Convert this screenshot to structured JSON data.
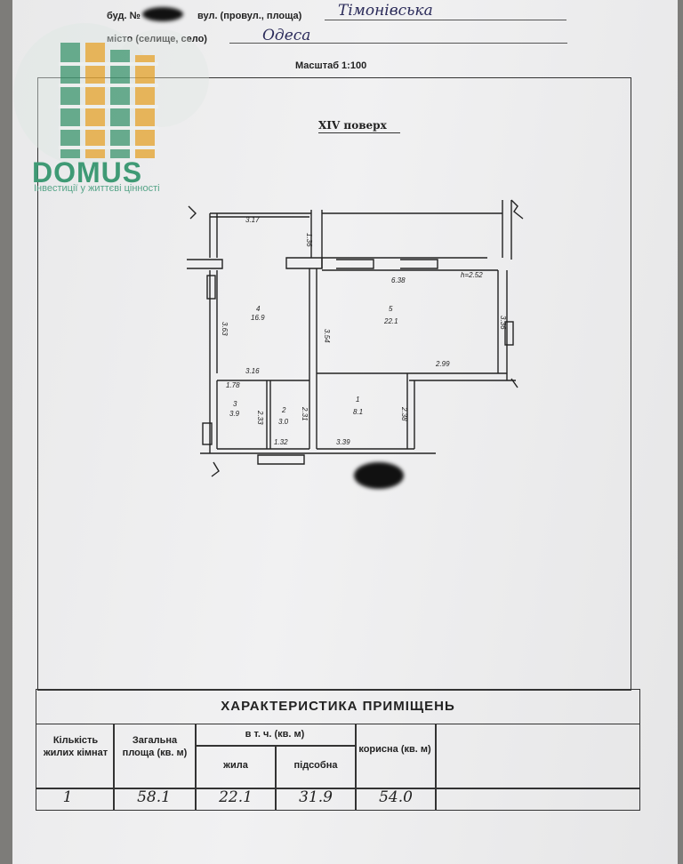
{
  "header": {
    "building_label": "буд. №",
    "street_label": "вул. (провул., площа)",
    "street_value": "Тімонівська",
    "city_label": "місто (селище, село)",
    "city_value": "Одеса",
    "scale": "Масштаб 1:100"
  },
  "watermark": {
    "brand": "DOMUS",
    "tagline": "Інвестиції у життєві цінності",
    "colors": {
      "green": "#3f9a75",
      "orange": "#e5a83b"
    }
  },
  "plan": {
    "floor_title": "XIV поверх",
    "rooms": [
      {
        "number": "4",
        "area": "16.9"
      },
      {
        "number": "5",
        "area": "22.1"
      },
      {
        "number": "3",
        "area": "3.9"
      },
      {
        "number": "2",
        "area": "3.0"
      },
      {
        "number": "1",
        "area": "8.1"
      }
    ],
    "dimensions": [
      "3.17",
      "1.36",
      "6.38",
      "h=2.52",
      "3.63",
      "3.54",
      "3.36",
      "3.16",
      "2.99",
      "1.78",
      "2.33",
      "2.31",
      "2.38",
      "1.32",
      "3.39"
    ]
  },
  "characteristics": {
    "title": "ХАРАКТЕРИСТИКА ПРИМІЩЕНЬ",
    "headers": {
      "rooms": "Кількість жилих кімнат",
      "total": "Загальна площа (кв. м)",
      "incl": "в т. ч. (кв. м)",
      "living": "жила",
      "auxiliary": "підсобна",
      "useful": "корисна (кв. м)"
    },
    "values": {
      "rooms": "1",
      "total": "58.1",
      "living": "22.1",
      "auxiliary": "31.9",
      "useful": "54.0"
    }
  }
}
